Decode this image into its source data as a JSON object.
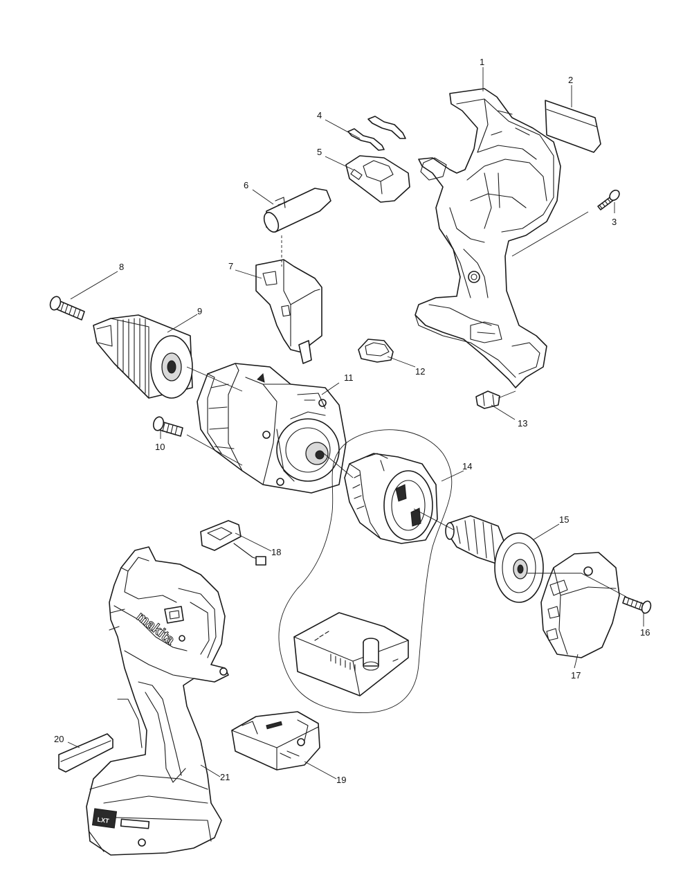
{
  "diagram": {
    "part_numbers": [
      "1",
      "2",
      "3",
      "4",
      "5",
      "6",
      "7",
      "8",
      "9",
      "10",
      "11",
      "12",
      "13",
      "14",
      "15",
      "16",
      "17",
      "18",
      "19",
      "20",
      "21"
    ],
    "brand_logo": "makita",
    "battery_badge": "LXT"
  }
}
